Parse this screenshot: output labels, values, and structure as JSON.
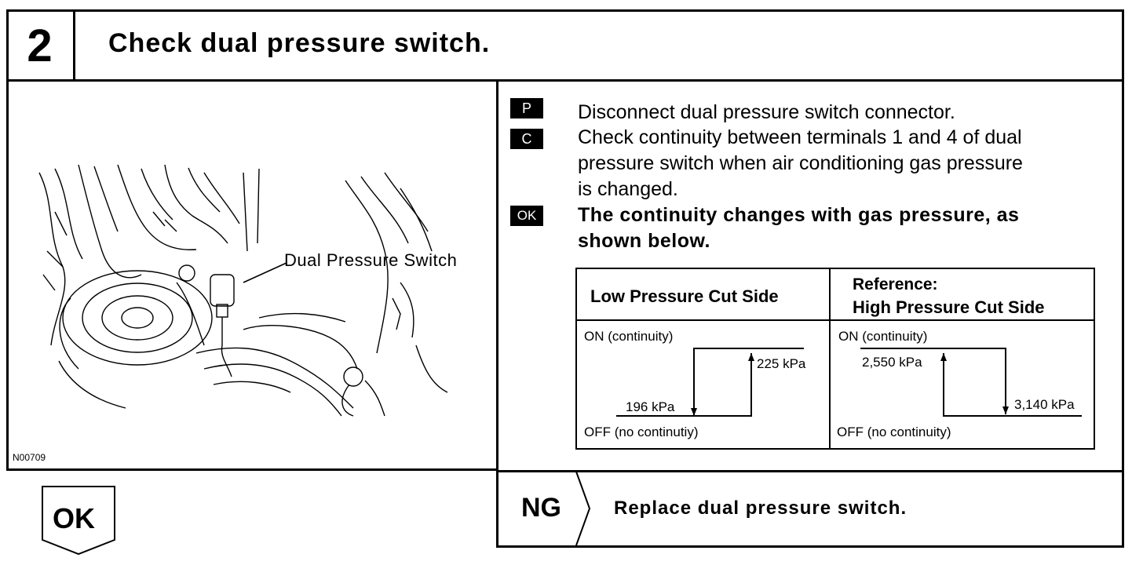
{
  "header": {
    "step_number": "2",
    "title": "Check dual pressure switch."
  },
  "illustration": {
    "callout": "Dual Pressure Switch",
    "figure_code": "N00709"
  },
  "instructions": {
    "prepare": {
      "badge": "P",
      "text": "Disconnect dual pressure switch connector."
    },
    "check": {
      "badge": "C",
      "lines": [
        "Check continuity between terminals 1 and 4 of dual",
        "pressure switch when air conditioning gas pressure",
        "is changed."
      ]
    },
    "ok": {
      "badge": "OK",
      "lines": [
        "The continuity changes with gas pressure, as",
        "shown below."
      ]
    }
  },
  "table": {
    "low": {
      "header": "Low Pressure Cut Side",
      "on_label": "ON (continuity)",
      "off_label": "OFF (no continutiy)",
      "off_threshold": "196 kPa",
      "on_threshold": "225 kPa"
    },
    "high": {
      "header_line1": "Reference:",
      "header_line2": "High Pressure Cut Side",
      "on_label": "ON (continuity)",
      "off_label": "OFF (no continuity)",
      "on_threshold": "2,550 kPa",
      "off_threshold": "3,140 kPa"
    }
  },
  "results": {
    "ok_label": "OK",
    "ng_label": "NG",
    "ng_action": "Replace dual pressure switch."
  }
}
